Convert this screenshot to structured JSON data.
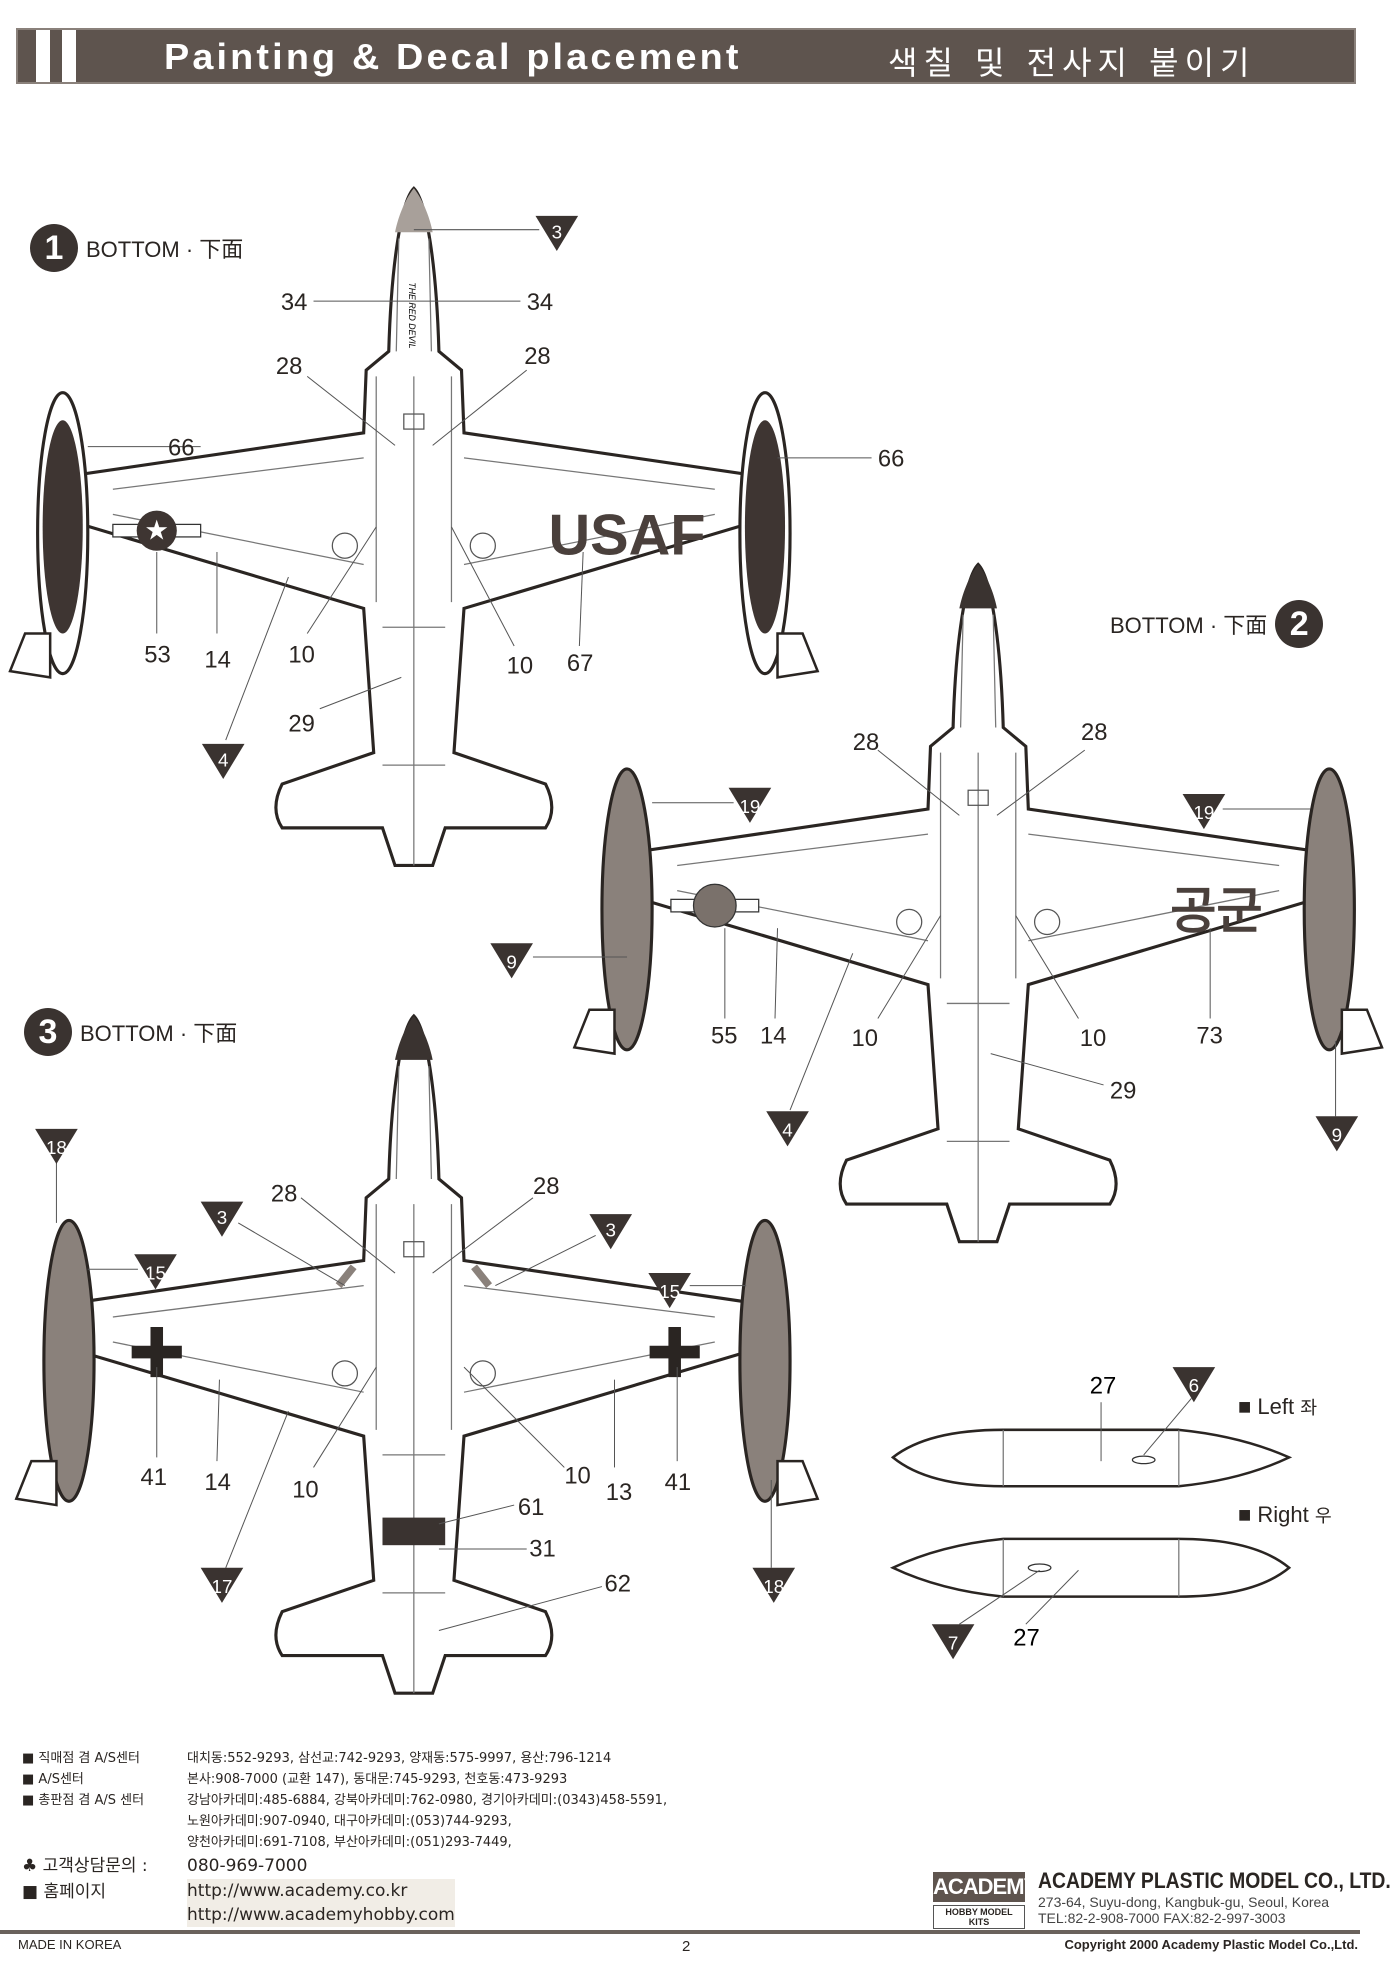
{
  "header": {
    "title_en": "Painting & Decal placement",
    "title_ko": "색칠 및 전사지 붙이기"
  },
  "sections": [
    {
      "number": "1",
      "label": "BOTTOM · 下面"
    },
    {
      "number": "2",
      "label": "BOTTOM · 下面"
    },
    {
      "number": "3",
      "label": "BOTTOM · 下面"
    }
  ],
  "diagram1": {
    "markings": "USAF",
    "nose_text": "THE RED DEVIL",
    "callouts": [
      "34",
      "34",
      "28",
      "28",
      "66",
      "66",
      "53",
      "14",
      "10",
      "10",
      "67",
      "29"
    ],
    "paint": [
      "3",
      "4"
    ]
  },
  "diagram2": {
    "markings": "공군",
    "callouts": [
      "28",
      "28",
      "55",
      "14",
      "10",
      "10",
      "73",
      "29"
    ],
    "paint": [
      "19",
      "19",
      "9",
      "9",
      "4"
    ]
  },
  "diagram3": {
    "callouts": [
      "28",
      "28",
      "41",
      "14",
      "10",
      "10",
      "13",
      "41",
      "61",
      "31",
      "62"
    ],
    "paint": [
      "18",
      "18",
      "3",
      "3",
      "15",
      "15",
      "17"
    ]
  },
  "tanks": {
    "left_label": "Left",
    "left_ko": "좌",
    "right_label": "Right",
    "right_ko": "우",
    "callouts": [
      "27",
      "27"
    ],
    "paint": [
      "6",
      "7"
    ]
  },
  "footer": {
    "rows": [
      {
        "label": "직매점 겸 A/S센터",
        "lines": [
          "대치동:552-9293, 삼선교:742-9293, 양재동:575-9997, 용산:796-1214"
        ]
      },
      {
        "label": "A/S센터",
        "lines": [
          "본사:908-7000 (교환 147), 동대문:745-9293, 천호동:473-9293"
        ]
      },
      {
        "label": "총판점 겸 A/S 센터",
        "lines": [
          "강남아카데미:485-6884, 강북아카데미:762-0980, 경기아카데미:(0343)458-5591,",
          "노원아카데미:907-0940, 대구아카데미:(053)744-9293,",
          "양천아카데미:691-7108, 부산아카데미:(051)293-7449,"
        ]
      }
    ],
    "customer_label": "고객상담문의 :",
    "customer_phone": "080-969-7000",
    "homepage_label": "홈페이지",
    "urls": [
      "http://www.academy.co.kr",
      "http://www.academyhobby.com"
    ],
    "made_in": "MADE IN KOREA",
    "page": "2",
    "logo": "ACADEMY",
    "logo_sub": "HOBBY MODEL KITS",
    "company": "ACADEMY PLASTIC MODEL CO., LTD.",
    "address": "273-64, Suyu-dong, Kangbuk-gu, Seoul, Korea",
    "tel": "TEL:82-2-908-7000  FAX:82-2-997-3003",
    "copyright": "Copyright 2000 Academy Plastic Model Co.,Ltd."
  }
}
